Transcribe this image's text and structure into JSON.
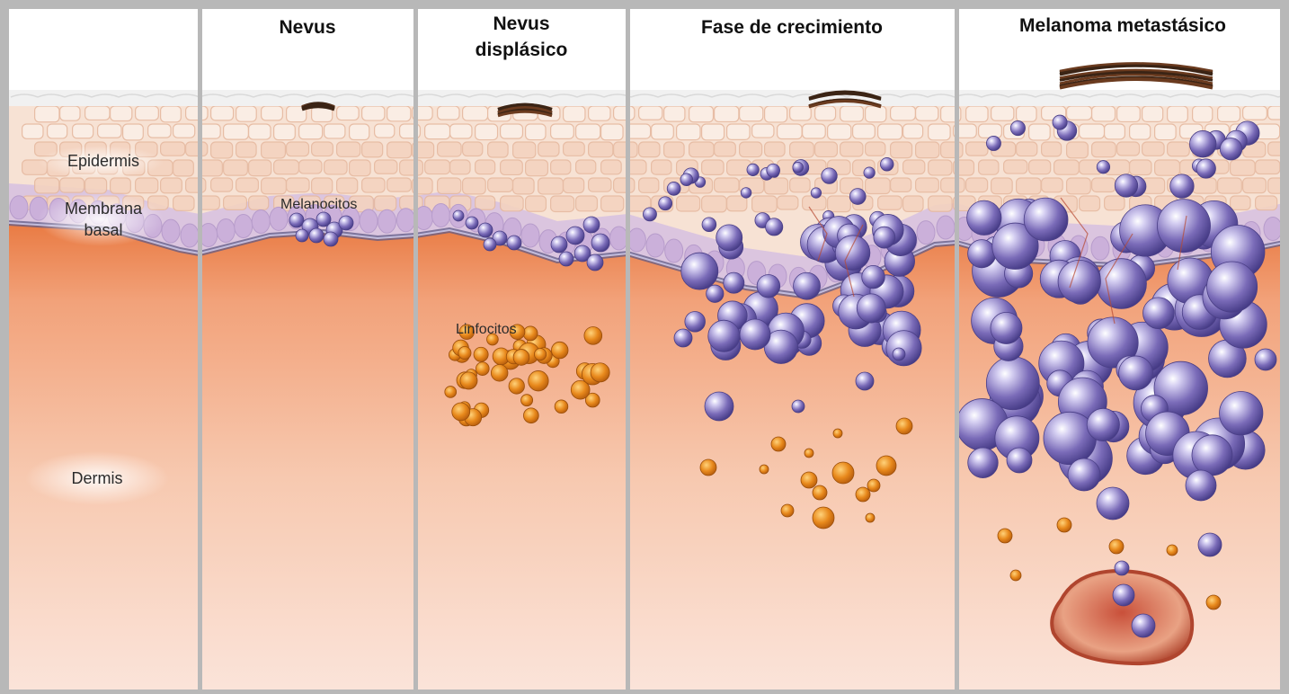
{
  "panels": {
    "nevus_title": "Nevus",
    "dysplastic_title_line1": "Nevus",
    "dysplastic_title_line2": "displásico",
    "growth_title": "Fase de crecimiento",
    "metastatic_title": "Melanoma metastásico"
  },
  "labels": {
    "epidermis": "Epidermis",
    "membrane_line1": "Membrana",
    "membrane_line2": "basal",
    "dermis": "Dermis",
    "melanocytes": "Melanocitos",
    "lymphocytes": "Linfocitos"
  },
  "colors": {
    "frame": "#b8b8b8",
    "dermis": "#f4c3a6",
    "dermis_deep": "#e8874f",
    "epidermis_cell": "#f6dccb",
    "basal_layer": "#d6bfe0",
    "membrane_edge": "#5f5a86",
    "melanocyte": "#6b5aa8",
    "lymphocyte": "#e58a1f",
    "melanin": "#3b2415",
    "vessel": "#b0452e"
  }
}
